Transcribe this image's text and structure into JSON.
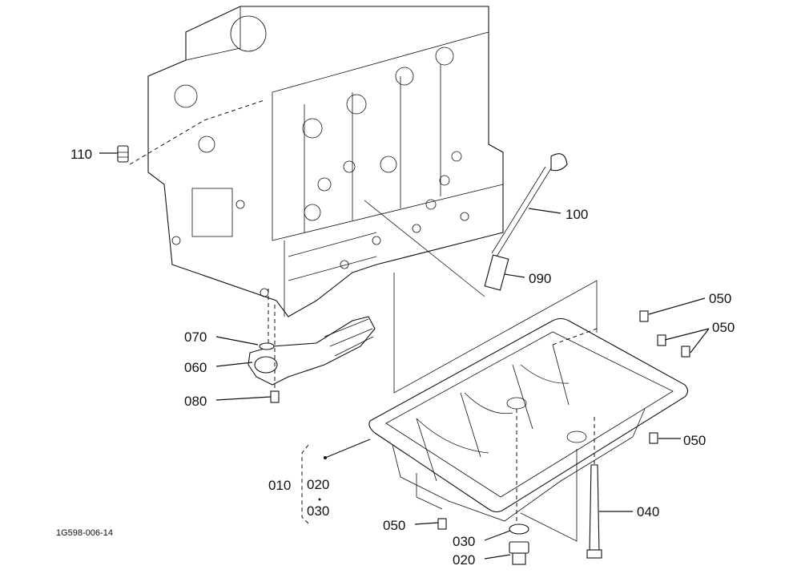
{
  "drawing_code": "1G598-006-14",
  "callouts": {
    "p110": "110",
    "p100": "100",
    "p090": "090",
    "p050a": "050",
    "p050b": "050",
    "p050c": "050",
    "p050d": "050",
    "p070": "070",
    "p060": "060",
    "p080": "080",
    "p010": "010",
    "p020a": "020",
    "p030a": "030",
    "p030b": "030",
    "p020b": "020",
    "p040": "040"
  }
}
